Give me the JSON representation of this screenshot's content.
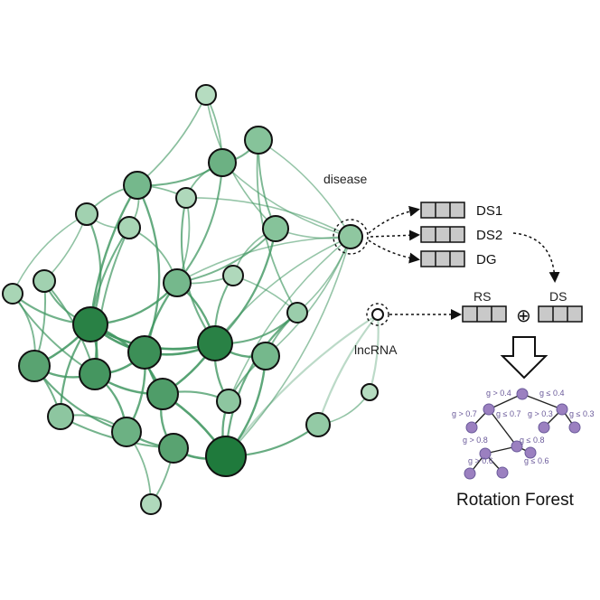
{
  "labels": {
    "disease": "disease",
    "lncrna": "lncRNA",
    "ds1": "DS1",
    "ds2": "DS2",
    "dg": "DG",
    "rs": "RS",
    "ds": "DS",
    "plus": "⊕",
    "method": "Rotation Forest"
  },
  "tree": {
    "root_left": "g > 0.4",
    "root_right": "g ≤ 0.4",
    "l1_left": "g > 0.7",
    "l1_mid": "g ≤ 0.7",
    "r1_left": "g > 0.3",
    "r1_right": "g ≤ 0.3",
    "l2_left": "g > 0.8",
    "l2_right": "g ≤ 0.8",
    "l3_left": "g > 0.6",
    "l3_right": "g ≤ 0.6"
  },
  "colors": {
    "node_light": "#c3e3cb",
    "node_mid": "#7fbf95",
    "node_dark": "#1f7a3c",
    "edge": "#3f9660",
    "feature_box": "#c9c9c9",
    "tree_node": "#9b80c0"
  }
}
